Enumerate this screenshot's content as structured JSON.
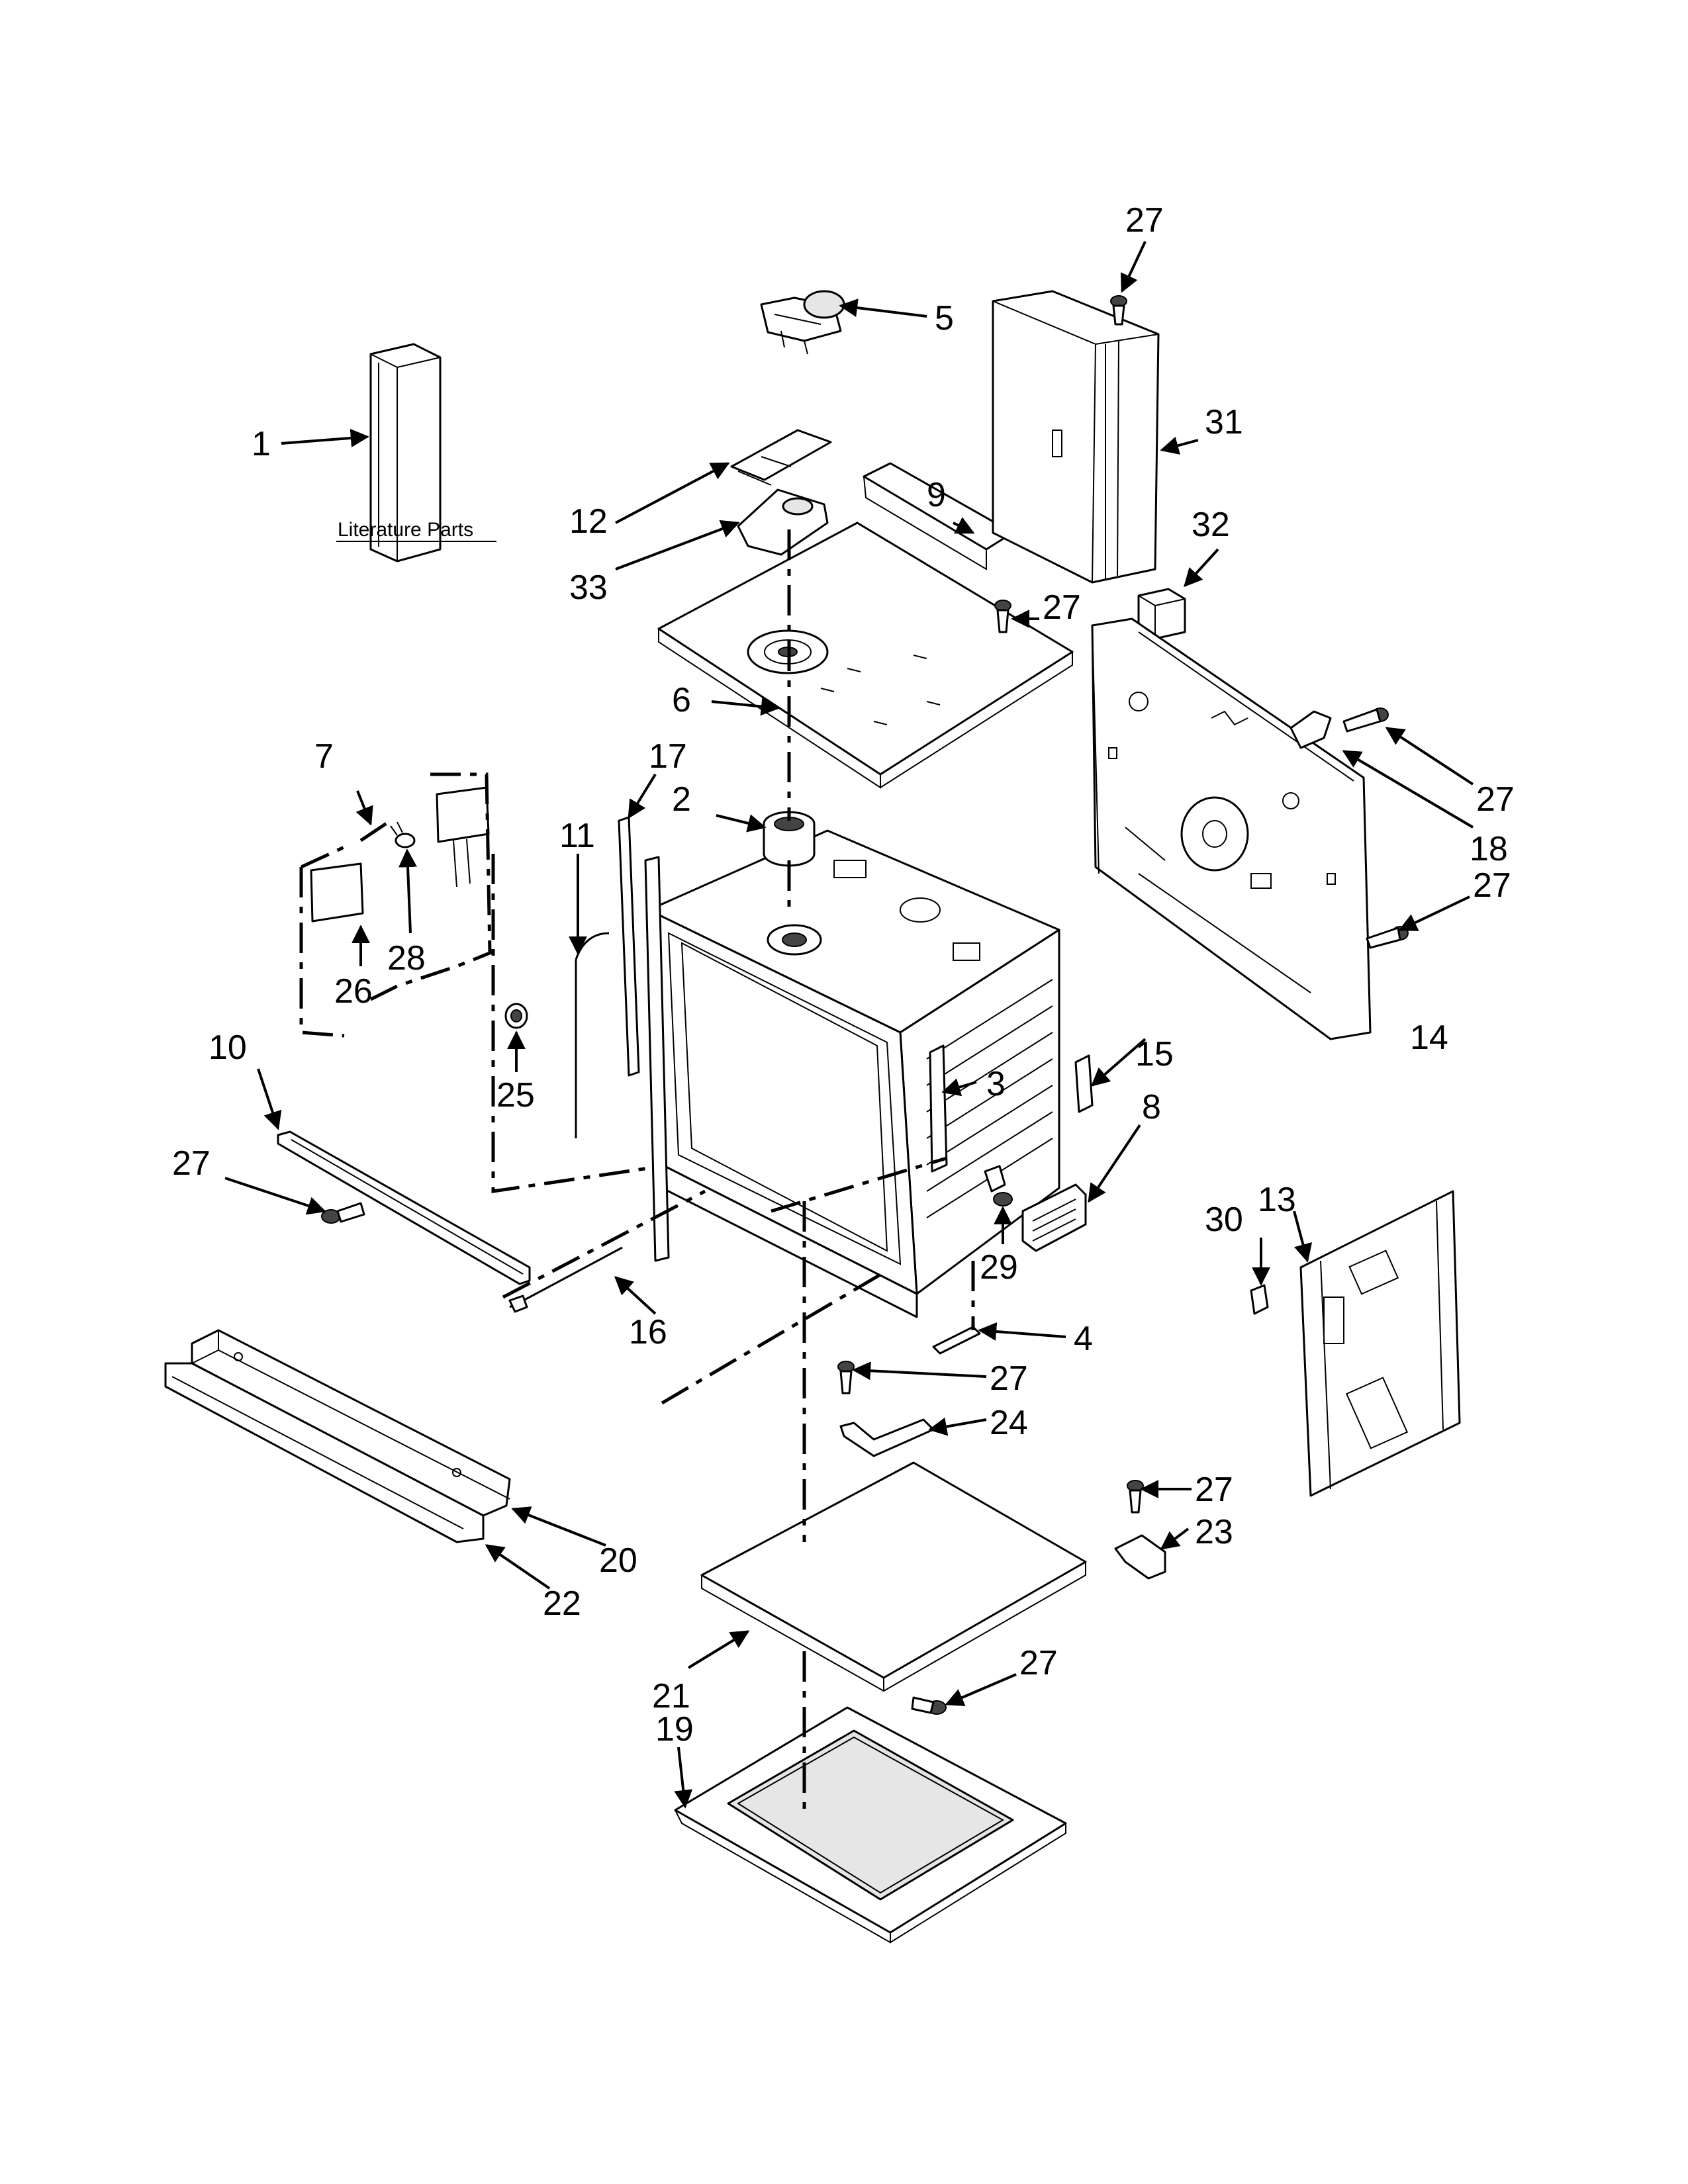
{
  "literature_label": "Literature Parts",
  "callouts": [
    "1",
    "2",
    "3",
    "4",
    "5",
    "6",
    "7",
    "8",
    "9",
    "10",
    "11",
    "12",
    "13",
    "14",
    "15",
    "16",
    "17",
    "18",
    "19",
    "20",
    "21",
    "22",
    "23",
    "24",
    "25",
    "26",
    "27",
    "28",
    "29",
    "30",
    "31",
    "32",
    "33"
  ],
  "screw_label": "27"
}
